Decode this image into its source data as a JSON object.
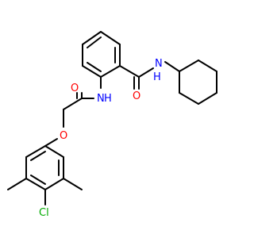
{
  "molecule": {
    "atoms": {
      "n_cyclohexyl": {
        "text": "N",
        "sub": "H",
        "color": "#0000ff"
      },
      "o_carbonyl_1": {
        "text": "O",
        "color": "#ff0000"
      },
      "n_anilide": {
        "text": "N",
        "sub": "H",
        "color": "#0000ff"
      },
      "o_carbonyl_2": {
        "text": "O",
        "color": "#ff0000"
      },
      "o_ether": {
        "text": "O",
        "color": "#ff0000"
      },
      "cl": {
        "text": "Cl",
        "color": "#00aa00"
      }
    },
    "bond_color": "#000000"
  }
}
